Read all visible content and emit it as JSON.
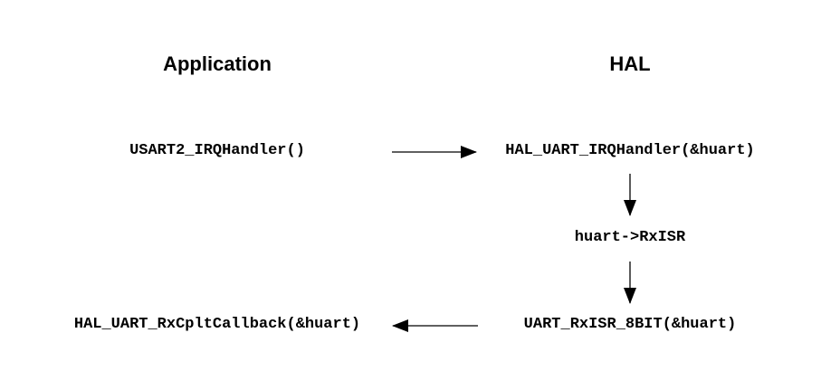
{
  "columns": {
    "application": "Application",
    "hal": "HAL"
  },
  "nodes": {
    "usart2_irq_handler": "USART2_IRQHandler()",
    "hal_uart_irq_handler": "HAL_UART_IRQHandler(&huart)",
    "huart_rxisr": "huart->RxISR",
    "uart_rxisr_8bit": "UART_RxISR_8BIT(&huart)",
    "hal_uart_rxcplt_callback": "HAL_UART_RxCpltCallback(&huart)"
  },
  "edges": [
    {
      "from": "USART2_IRQHandler()",
      "to": "HAL_UART_IRQHandler(&huart)"
    },
    {
      "from": "HAL_UART_IRQHandler(&huart)",
      "to": "huart->RxISR"
    },
    {
      "from": "huart->RxISR",
      "to": "UART_RxISR_8BIT(&huart)"
    },
    {
      "from": "UART_RxISR_8BIT(&huart)",
      "to": "HAL_UART_RxCpltCallback(&huart)"
    }
  ],
  "colors": {
    "text": "#000000",
    "arrow": "#000000",
    "background": "#ffffff"
  }
}
